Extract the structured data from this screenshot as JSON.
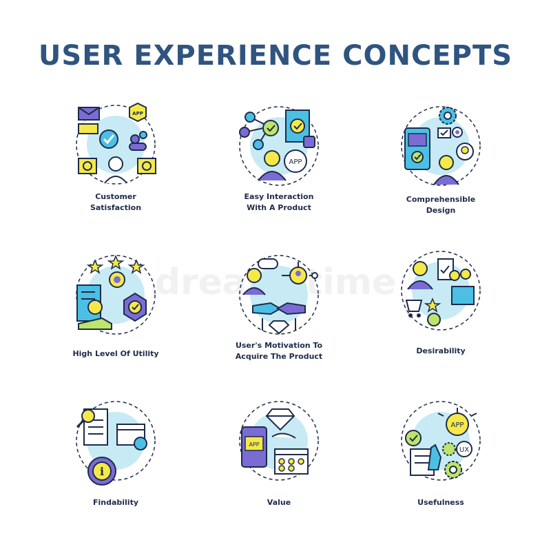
{
  "title": "USER EXPERIENCE CONCEPTS",
  "watermark": "dreamstime",
  "colors": {
    "navy": "#2f5480",
    "ink": "#1d2a4a",
    "yellow": "#f5e94a",
    "light_blue": "#c7eaf4",
    "cyan": "#4bc0e4",
    "purple": "#7a6cd4",
    "lime": "#bde46b"
  },
  "concepts": [
    {
      "line1": "Customer",
      "line2": "Satisfaction",
      "icon": "satisfaction-icon"
    },
    {
      "line1": "Easy Interaction",
      "line2": "With A Product",
      "icon": "interaction-icon"
    },
    {
      "line1": "Comprehensible",
      "line2": "Design",
      "icon": "design-icon"
    },
    {
      "line1": "High Level Of Utility",
      "line2": "",
      "icon": "utility-icon"
    },
    {
      "line1": "User's Motivation To",
      "line2": "Acquire The Product",
      "icon": "motivation-icon"
    },
    {
      "line1": "Desirability",
      "line2": "",
      "icon": "desirability-icon"
    },
    {
      "line1": "Findability",
      "line2": "",
      "icon": "findability-icon"
    },
    {
      "line1": "Value",
      "line2": "",
      "icon": "value-icon"
    },
    {
      "line1": "Usefulness",
      "line2": "",
      "icon": "usefulness-icon"
    }
  ],
  "icon_text": {
    "app": "APP",
    "ux": "UX",
    "info": "i"
  }
}
